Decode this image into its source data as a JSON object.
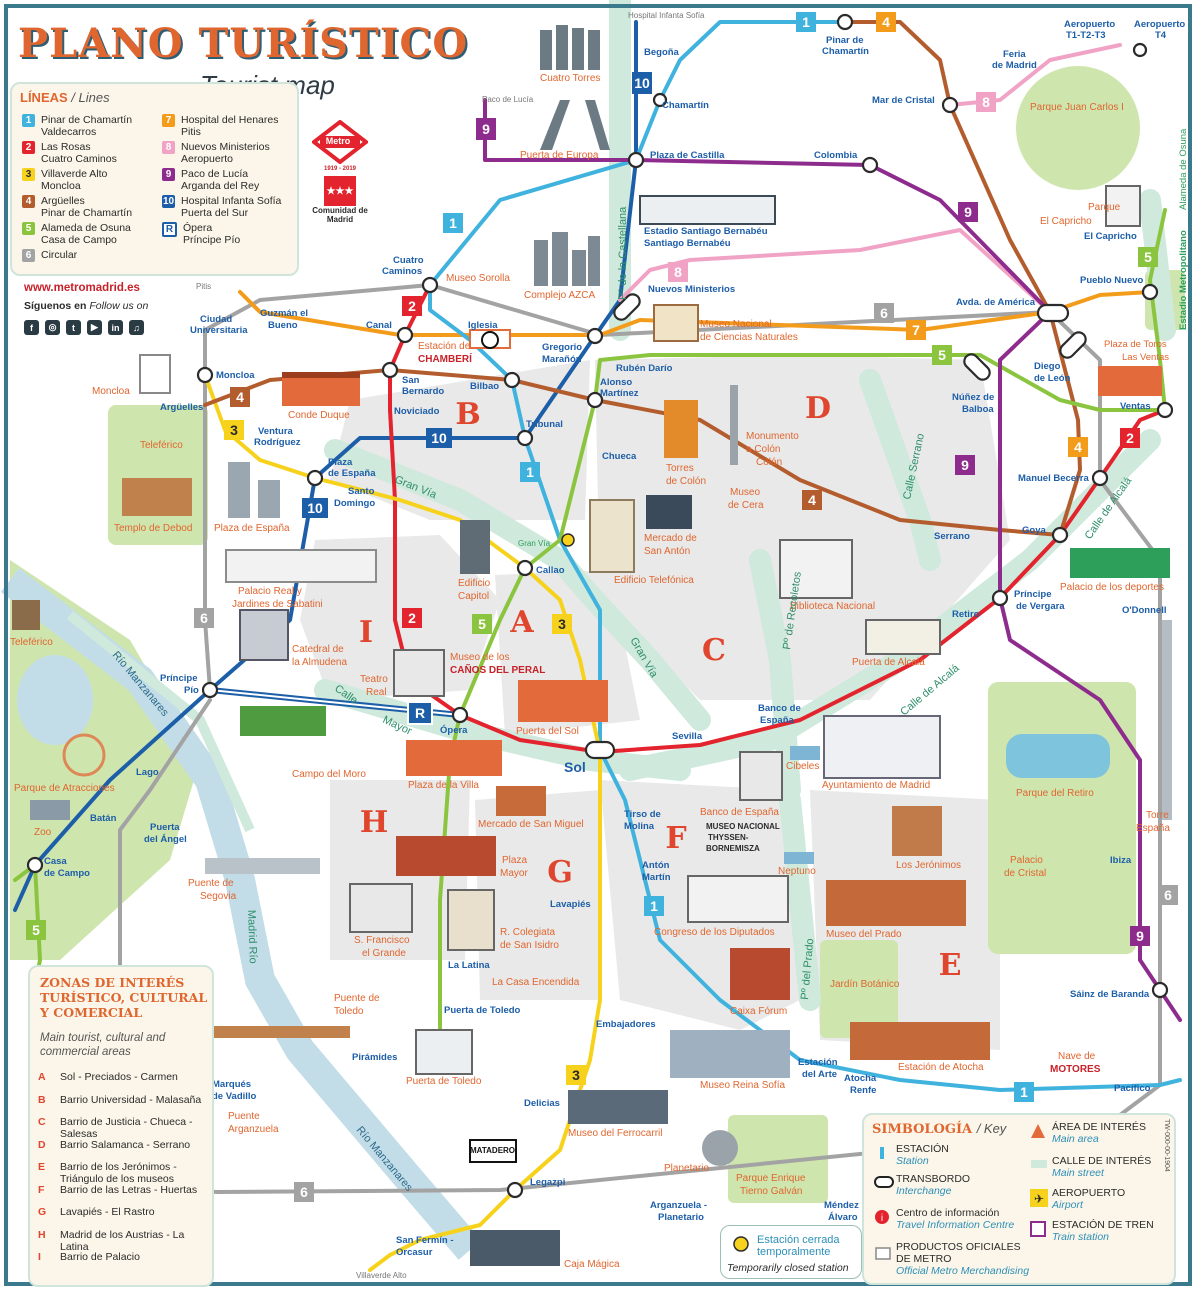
{
  "header": {
    "title": "PLANO TURÍSTICO",
    "subtitle": "Tourist map"
  },
  "colors": {
    "line1": "#3fb3de",
    "line2": "#e3232d",
    "line3": "#f6d21d",
    "line4": "#b35d2e",
    "line5": "#8bc53f",
    "line6": "#a3a3a3",
    "line7": "#f39c1c",
    "line8": "#f1a3c6",
    "line9": "#8e2c8e",
    "line10": "#1d5ea8",
    "lineR": "#1d5ea8",
    "park": "#cfe5ae",
    "area": "#e8e8e8",
    "river": "#c2dde8",
    "street": "#cfe9dc",
    "frame": "#3b7a8c"
  },
  "legend_lines": {
    "heading": "LÍNEAS",
    "heading_en": "/ Lines",
    "items": [
      {
        "num": "1",
        "color": "#3fb3de",
        "text": "Pinar de Chamartín\nValdecarros"
      },
      {
        "num": "2",
        "color": "#e3232d",
        "text": "Las Rosas\nCuatro Caminos"
      },
      {
        "num": "3",
        "color": "#f6d21d",
        "text": "Villaverde Alto\nMoncloa"
      },
      {
        "num": "4",
        "color": "#b35d2e",
        "text": "Argüelles\nPinar de Chamartín"
      },
      {
        "num": "5",
        "color": "#8bc53f",
        "text": "Alameda de Osuna\nCasa de Campo"
      },
      {
        "num": "6",
        "color": "#a3a3a3",
        "text": "Circular"
      },
      {
        "num": "7",
        "color": "#f39c1c",
        "text": "Hospital del Henares\nPitis"
      },
      {
        "num": "8",
        "color": "#f1a3c6",
        "text": "Nuevos Ministerios\nAeropuerto"
      },
      {
        "num": "9",
        "color": "#8e2c8e",
        "text": "Paco de Lucía\nArganda del Rey"
      },
      {
        "num": "10",
        "color": "#1d5ea8",
        "text": "Hospital Infanta Sofía\nPuerta del Sur"
      },
      {
        "num": "R",
        "color": "#1d5ea8",
        "text": "Ópera\nPríncipe Pío"
      }
    ]
  },
  "brand": {
    "metro": "Metro",
    "metro_years": "1919 - 2019",
    "comunidad": "Comunidad de Madrid",
    "website": "www.metromadrid.es",
    "follow_es": "Síguenos en",
    "follow_en": "Follow us on",
    "social": [
      "f",
      "◎",
      "t",
      "▶",
      "in",
      "♫"
    ]
  },
  "zones": {
    "title": "ZONAS DE INTERÉS TURÍSTICO, CULTURAL Y COMERCIAL",
    "subtitle": "Main tourist, cultural and commercial areas",
    "items": [
      {
        "letter": "A",
        "text": "Sol - Preciados - Carmen"
      },
      {
        "letter": "B",
        "text": "Barrio Universidad - Malasaña"
      },
      {
        "letter": "C",
        "text": "Barrio de Justicia - Chueca - Salesas"
      },
      {
        "letter": "D",
        "text": "Barrio Salamanca - Serrano"
      },
      {
        "letter": "E",
        "text": "Barrio de los Jerónimos - Triángulo de los museos"
      },
      {
        "letter": "F",
        "text": "Barrio de las Letras - Huertas"
      },
      {
        "letter": "G",
        "text": "Lavapiés - El Rastro"
      },
      {
        "letter": "H",
        "text": "Madrid de los Austrias - La Latina"
      },
      {
        "letter": "I",
        "text": "Barrio de Palacio"
      }
    ]
  },
  "key": {
    "title": "SIMBOLOGÍA",
    "title_en": "/ Key",
    "items": [
      {
        "es": "ESTACIÓN",
        "en": "Station"
      },
      {
        "es": "TRANSBORDO",
        "en": "Interchange"
      },
      {
        "es": "Centro de información",
        "en": "Travel Information Centre"
      },
      {
        "es": "PRODUCTOS OFICIALES DE METRO",
        "en": "Official Metro Merchandising"
      },
      {
        "es": "ÁREA DE INTERÉS",
        "en": "Main area"
      },
      {
        "es": "CALLE DE INTERÉS",
        "en": "Main street"
      },
      {
        "es": "AEROPUERTO",
        "en": "Airport"
      },
      {
        "es": "ESTACIÓN DE TREN",
        "en": "Train station"
      }
    ],
    "closed_es": "Estación cerrada temporalmente",
    "closed_en": "Temporarily closed station",
    "code": "TW-000-00-1904"
  },
  "stations": [
    {
      "name": "Hospital Infanta Sofía",
      "color": "#777"
    },
    {
      "name": "Begoña",
      "color": "#1d5ea8"
    },
    {
      "name": "Chamartín",
      "color": "#1d5ea8"
    },
    {
      "name": "Plaza de Castilla",
      "color": "#1d5ea8"
    },
    {
      "name": "Pinar de Chamartín",
      "color": "#1d5ea8"
    },
    {
      "name": "Feria de Madrid",
      "color": "#1d5ea8"
    },
    {
      "name": "Aeropuerto T1-T2-T3",
      "color": "#1d5ea8"
    },
    {
      "name": "Aeropuerto T4",
      "color": "#1d5ea8"
    },
    {
      "name": "Mar de Cristal",
      "color": "#1d5ea8"
    },
    {
      "name": "Colombia",
      "color": "#1d5ea8"
    },
    {
      "name": "Paco de Lucía",
      "color": "#777"
    },
    {
      "name": "Estadio Santiago Bernabéu",
      "color": "#1d5ea8"
    },
    {
      "name": "Santiago Bernabéu",
      "color": "#1d5ea8"
    },
    {
      "name": "El Capricho",
      "color": "#1d5ea8"
    },
    {
      "name": "Pueblo Nuevo",
      "color": "#1d5ea8"
    },
    {
      "name": "Estadio Metropolitano",
      "color": "#2e9e5b"
    },
    {
      "name": "Alameda de Osuna",
      "color": "#2e9e5b"
    },
    {
      "name": "Cuatro Caminos",
      "color": "#1d5ea8"
    },
    {
      "name": "Nuevos Ministerios",
      "color": "#1d5ea8"
    },
    {
      "name": "Avda. de América",
      "color": "#1d5ea8"
    },
    {
      "name": "Pitis",
      "color": "#777"
    },
    {
      "name": "Guzmán el Bueno",
      "color": "#1d5ea8"
    },
    {
      "name": "Ciudad Universitaria",
      "color": "#1d5ea8"
    },
    {
      "name": "Canal",
      "color": "#1d5ea8"
    },
    {
      "name": "Iglesia",
      "color": "#1d5ea8"
    },
    {
      "name": "Gregorio Marañón",
      "color": "#1d5ea8"
    },
    {
      "name": "Plaza de Toros Las Ventas",
      "color": "#e0662f"
    },
    {
      "name": "Moncloa",
      "color": "#1d5ea8"
    },
    {
      "name": "Argüelles",
      "color": "#1d5ea8"
    },
    {
      "name": "San Bernardo",
      "color": "#1d5ea8"
    },
    {
      "name": "Bilbao",
      "color": "#1d5ea8"
    },
    {
      "name": "Rubén Darío",
      "color": "#1d5ea8"
    },
    {
      "name": "Alonso Martínez",
      "color": "#1d5ea8"
    },
    {
      "name": "Núñez de Balboa",
      "color": "#1d5ea8"
    },
    {
      "name": "Diego de León",
      "color": "#1d5ea8"
    },
    {
      "name": "Ventas",
      "color": "#1d5ea8"
    },
    {
      "name": "Ventura Rodríguez",
      "color": "#1d5ea8"
    },
    {
      "name": "Noviciado",
      "color": "#1d5ea8"
    },
    {
      "name": "Tribunal",
      "color": "#1d5ea8"
    },
    {
      "name": "Plaza de España",
      "color": "#1d5ea8"
    },
    {
      "name": "Santo Domingo",
      "color": "#1d5ea8"
    },
    {
      "name": "Chueca",
      "color": "#1d5ea8"
    },
    {
      "name": "Manuel Becerra",
      "color": "#1d5ea8"
    },
    {
      "name": "Goya",
      "color": "#1d5ea8"
    },
    {
      "name": "Serrano",
      "color": "#1d5ea8"
    },
    {
      "name": "Callao",
      "color": "#1d5ea8"
    },
    {
      "name": "Gran Vía",
      "color": "#2e9e5b"
    },
    {
      "name": "Retiro",
      "color": "#1d5ea8"
    },
    {
      "name": "Príncipe de Vergara",
      "color": "#1d5ea8"
    },
    {
      "name": "O'Donnell",
      "color": "#1d5ea8"
    },
    {
      "name": "Príncipe Pío",
      "color": "#1d5ea8"
    },
    {
      "name": "Ópera",
      "color": "#1d5ea8"
    },
    {
      "name": "Sevilla",
      "color": "#1d5ea8"
    },
    {
      "name": "Banco de España",
      "color": "#1d5ea8"
    },
    {
      "name": "Sol",
      "color": "#1d5ea8"
    },
    {
      "name": "Lago",
      "color": "#1d5ea8"
    },
    {
      "name": "Batán",
      "color": "#1d5ea8"
    },
    {
      "name": "Casa de Campo",
      "color": "#1d5ea8"
    },
    {
      "name": "Puerta del Ángel",
      "color": "#1d5ea8"
    },
    {
      "name": "Tirso de Molina",
      "color": "#1d5ea8"
    },
    {
      "name": "Antón Martín",
      "color": "#1d5ea8"
    },
    {
      "name": "Ibiza",
      "color": "#1d5ea8"
    },
    {
      "name": "Lavapiés",
      "color": "#1d5ea8"
    },
    {
      "name": "La Latina",
      "color": "#1d5ea8"
    },
    {
      "name": "Puerta de Toledo",
      "color": "#1d5ea8"
    },
    {
      "name": "Embajadores",
      "color": "#1d5ea8"
    },
    {
      "name": "Sainz de Baranda",
      "color": "#1d5ea8"
    },
    {
      "name": "Pirámides",
      "color": "#1d5ea8"
    },
    {
      "name": "Marqués de Vadillo",
      "color": "#1d5ea8"
    },
    {
      "name": "Estación del Arte",
      "color": "#1d5ea8"
    },
    {
      "name": "Atocha Renfe",
      "color": "#1d5ea8"
    },
    {
      "name": "Delicias",
      "color": "#1d5ea8"
    },
    {
      "name": "Pacífico",
      "color": "#1d5ea8"
    },
    {
      "name": "Legazpi",
      "color": "#1d5ea8"
    },
    {
      "name": "Arganzuela - Planetario",
      "color": "#1d5ea8"
    },
    {
      "name": "Méndez Álvaro",
      "color": "#1d5ea8"
    },
    {
      "name": "San Fermín - Orcasur",
      "color": "#1d5ea8"
    },
    {
      "name": "Villaverde Alto",
      "color": "#777"
    }
  ],
  "landmarks": [
    "Cuatro Torres",
    "Puerta de Europa",
    "Parque Juan Carlos I",
    "Parque El Capricho",
    "Museo Sorolla",
    "Complejo AZCA",
    "Museo Nacional de Ciencias Naturales",
    "Estación de CHAMBERÍ",
    "Conde Duque",
    "Moncloa",
    "Teleférico",
    "Templo de Debod",
    "Plaza de España",
    "Torres de Colón",
    "Monumento a Colón",
    "Museo de Cera",
    "Mercado de San Antón",
    "Edificio Telefónica",
    "Edificio Capitol",
    "Biblioteca Nacional",
    "Palacio Real y Jardines de Sabatini",
    "Catedral de la Almudena",
    "Teatro Real",
    "Museo de los CAÑOS DEL PERAL",
    "Puerta del Sol",
    "Puerta de Alcalá",
    "Palacio de los deportes",
    "Campo del Moro",
    "Plaza de la Villa",
    "Cibeles",
    "Ayuntamiento de Madrid",
    "Parque de Atracciones",
    "Zoo",
    "Mercado de San Miguel",
    "Banco de España",
    "MUSEO NACIONAL THYSSEN-BORNEMISZA",
    "Parque del Retiro",
    "Palacio de Cristal",
    "Torre España",
    "Plaza Mayor",
    "Neptuno",
    "Los Jerónimos",
    "Puente de Segovia",
    "S. Francisco el Grande",
    "R. Colegiata de San Isidro",
    "Congreso de los Diputados",
    "Museo del Prado",
    "La Casa Encendida",
    "Jardín Botánico",
    "Caixa Fórum",
    "Puente de Toledo",
    "Puerta de Toledo",
    "Estación de Atocha",
    "Museo Reina Sofía",
    "NAVE DE MOTORES",
    "Puente Arganzuela",
    "Museo del Ferrocarril",
    "Planetario",
    "Parque Enrique Tierno Galván",
    "MATADERO MADRID",
    "Caja Mágica"
  ],
  "streets": [
    "Gran Vía",
    "Calle Mayor",
    "Calle de Alcalá",
    "Calle Serrano",
    "Pº de la Castellana",
    "Pº de Recoletos",
    "Pº del Prado",
    "Río Manzanares",
    "Madrid Río",
    "Calle de Alcalá"
  ],
  "zone_letters": [
    "A",
    "B",
    "C",
    "D",
    "E",
    "F",
    "G",
    "H",
    "I"
  ],
  "line_badges_text": [
    "1",
    "2",
    "3",
    "4",
    "5",
    "6",
    "7",
    "8",
    "9",
    "10",
    "R"
  ]
}
